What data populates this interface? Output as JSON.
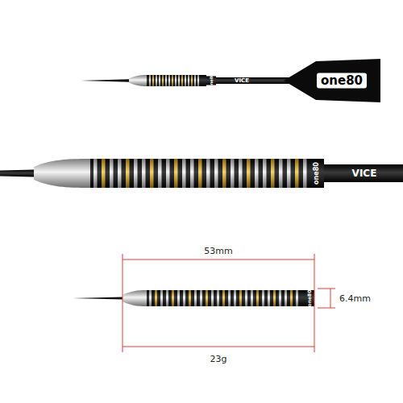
{
  "diagram": {
    "labels": [
      "one80",
      "VICE",
      "one80",
      "one80",
      "VICE",
      "one80",
      "53mm",
      "6.4mm",
      "23g"
    ]
  }
}
